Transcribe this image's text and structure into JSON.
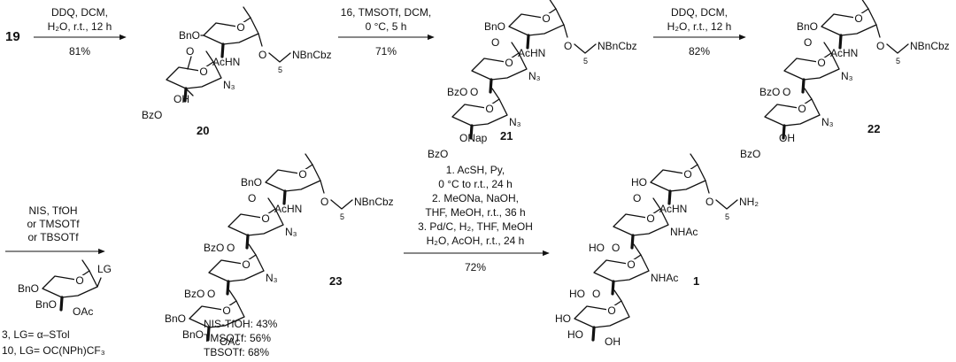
{
  "steps": [
    {
      "lines": [
        "DDQ, DCM,",
        "H₂O, r.t., 12 h"
      ],
      "yield": "81%"
    },
    {
      "lines": [
        "16, TMSOTf, DCM,",
        "0 °C, 5 h"
      ],
      "yield": "71%"
    },
    {
      "lines": [
        "DDQ, DCM,",
        "H₂O, r.t., 12 h"
      ],
      "yield": "82%"
    },
    {
      "lines": [
        "NIS, TfOH",
        "or TMSOTf",
        "or TBSOTf"
      ],
      "yield": ""
    },
    {
      "lines": [
        "1. AcSH, Py,",
        "0 °C to r.t., 24 h",
        "2. MeONa, NaOH,",
        "THF, MeOH, r.t., 36 h",
        "3. Pd/C, H₂, THF, MeOH",
        "H₂O, AcOH, r.t., 24 h"
      ],
      "yield": "72%"
    }
  ],
  "compounds": {
    "c19": "19",
    "c20": "20",
    "c21": "21",
    "c22": "22",
    "c23": "23",
    "c1": "1"
  },
  "labels": {
    "BnO": "BnO",
    "AcHN": "AcHN",
    "NBnCbz": "NBnCbz",
    "N3": "N₃",
    "OH": "OH",
    "BzO": "BzO",
    "ONap": "ONap",
    "OAc": "OAc",
    "HO": "HO",
    "NHAc": "NHAc",
    "NH2": "NH₂",
    "O": "O",
    "sub5": "5",
    "LG": "LG"
  },
  "donor_legend": [
    "3, LG= α–STol",
    "10, LG= OC(NPh)CF₃"
  ],
  "yields_23": [
    "NIS-TfOH: 43%",
    "TMSOTf: 56%",
    "TBSOTf: 68%"
  ]
}
